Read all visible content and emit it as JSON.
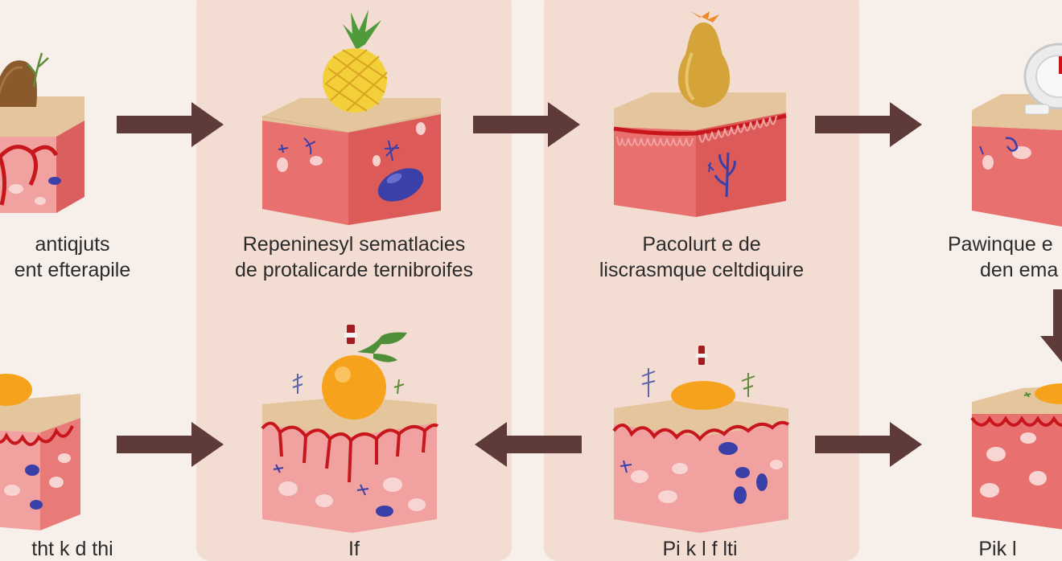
{
  "captions": {
    "top_1": {
      "line1": "antiqjuts",
      "line2": "ent efterapile"
    },
    "top_2": {
      "line1": "Repeninesyl sematlacies",
      "line2": "de protalicarde ternibroifes"
    },
    "top_3": {
      "line1": "Pacolurt e de",
      "line2": "liscrasmque celtdiquire"
    },
    "top_4": {
      "line1": "Pawinque e",
      "line2": "den ema"
    },
    "bottom_1": "tht k d thi",
    "bottom_2": "If",
    "bottom_3": "Pi k l f lti",
    "bottom_4": "Pik l"
  },
  "colors": {
    "background": "#f7efea",
    "panel": "#f3dcd1",
    "arrow": "#5e3a38",
    "skin_front": "#e8706e",
    "skin_top": "#e5c59c",
    "blood_vessel": "#c8171c",
    "pathogen": "#3b3fa8",
    "fruit_orange": "#f7a21c",
    "pineapple": "#f3cf3a",
    "pear": "#d4a43a"
  },
  "icons": {
    "top_1": "kiwi-fruit-icon",
    "top_2": "pineapple-icon",
    "top_3": "pear-icon",
    "top_4": "dish-icon",
    "bottom_1": "orange-blob-icon",
    "bottom_2": "orange-fruit-icon",
    "bottom_3": "orange-blob-icon",
    "bottom_4": "orange-blob-icon"
  }
}
